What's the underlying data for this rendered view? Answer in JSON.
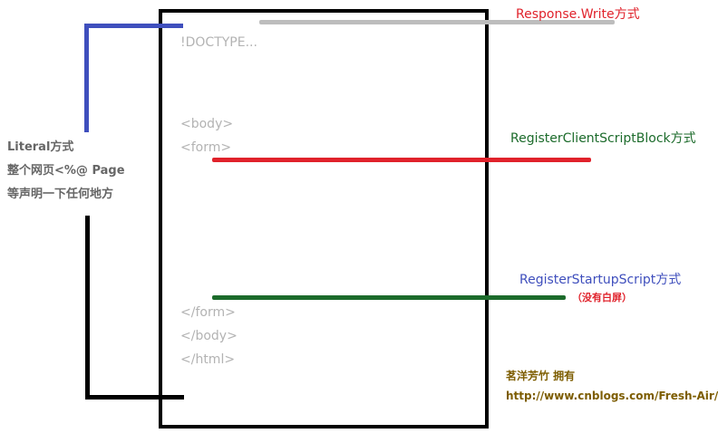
{
  "colors": {
    "box_border": "#000000",
    "code_text": "#b3b3b3",
    "response_write_line": "#bdbdbd",
    "response_write_text": "#e0222b",
    "client_script_line": "#e0222b",
    "client_script_text": "#1c6b2b",
    "startup_script_line": "#1c6b2b",
    "startup_script_text": "#3f4fbd",
    "startup_note_text": "#e0222b",
    "literal_bracket_top": "#3f4fbd",
    "literal_bracket_bottom": "#000000",
    "literal_text": "#666666",
    "credit_text": "#7d5d00"
  },
  "code_lines": {
    "doctype": "!DOCTYPE...",
    "body_open": "<body>",
    "form_open": "<form>",
    "form_close": "</form>",
    "body_close": "</body>",
    "html_close": "</html>"
  },
  "labels": {
    "response_write": "Response.Write方式",
    "client_script_block": "RegisterClientScriptBlock方式",
    "startup_script": "RegisterStartupScript方式",
    "startup_note": "（没有白屏）"
  },
  "literal": {
    "line1": "Literal方式",
    "line2": "整个网页<%@ Page",
    "line3": "等声明一下任何地方"
  },
  "credit": {
    "author": "茗洋芳竹 拥有",
    "url": "http://www.cnblogs.com/Fresh-Air/"
  }
}
